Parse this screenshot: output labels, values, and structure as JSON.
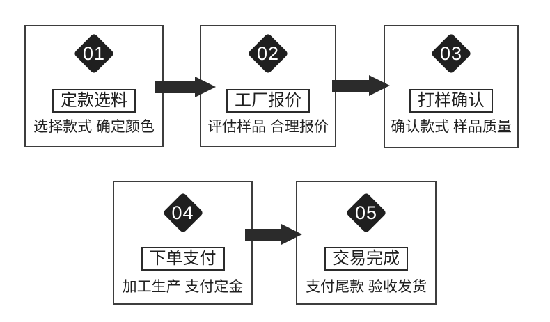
{
  "diagram": {
    "steps": [
      {
        "number": "01",
        "title": "定款选料",
        "subtitle": "选择款式 确定颜色"
      },
      {
        "number": "02",
        "title": "工厂报价",
        "subtitle": "评估样品 合理报价"
      },
      {
        "number": "03",
        "title": "打样确认",
        "subtitle": "确认款式 样品质量"
      },
      {
        "number": "04",
        "title": "下单支付",
        "subtitle": "加工生产 支付定金"
      },
      {
        "number": "05",
        "title": "交易完成",
        "subtitle": "支付尾款 验收发货"
      }
    ],
    "colors": {
      "background": "#ffffff",
      "box_border": "#3d3d3d",
      "title_border": "#2b2b2b",
      "diamond_fill": "#1f1f1f",
      "diamond_text": "#ffffff",
      "arrow": "#2b2b2b",
      "text": "#1f1f1f"
    }
  }
}
